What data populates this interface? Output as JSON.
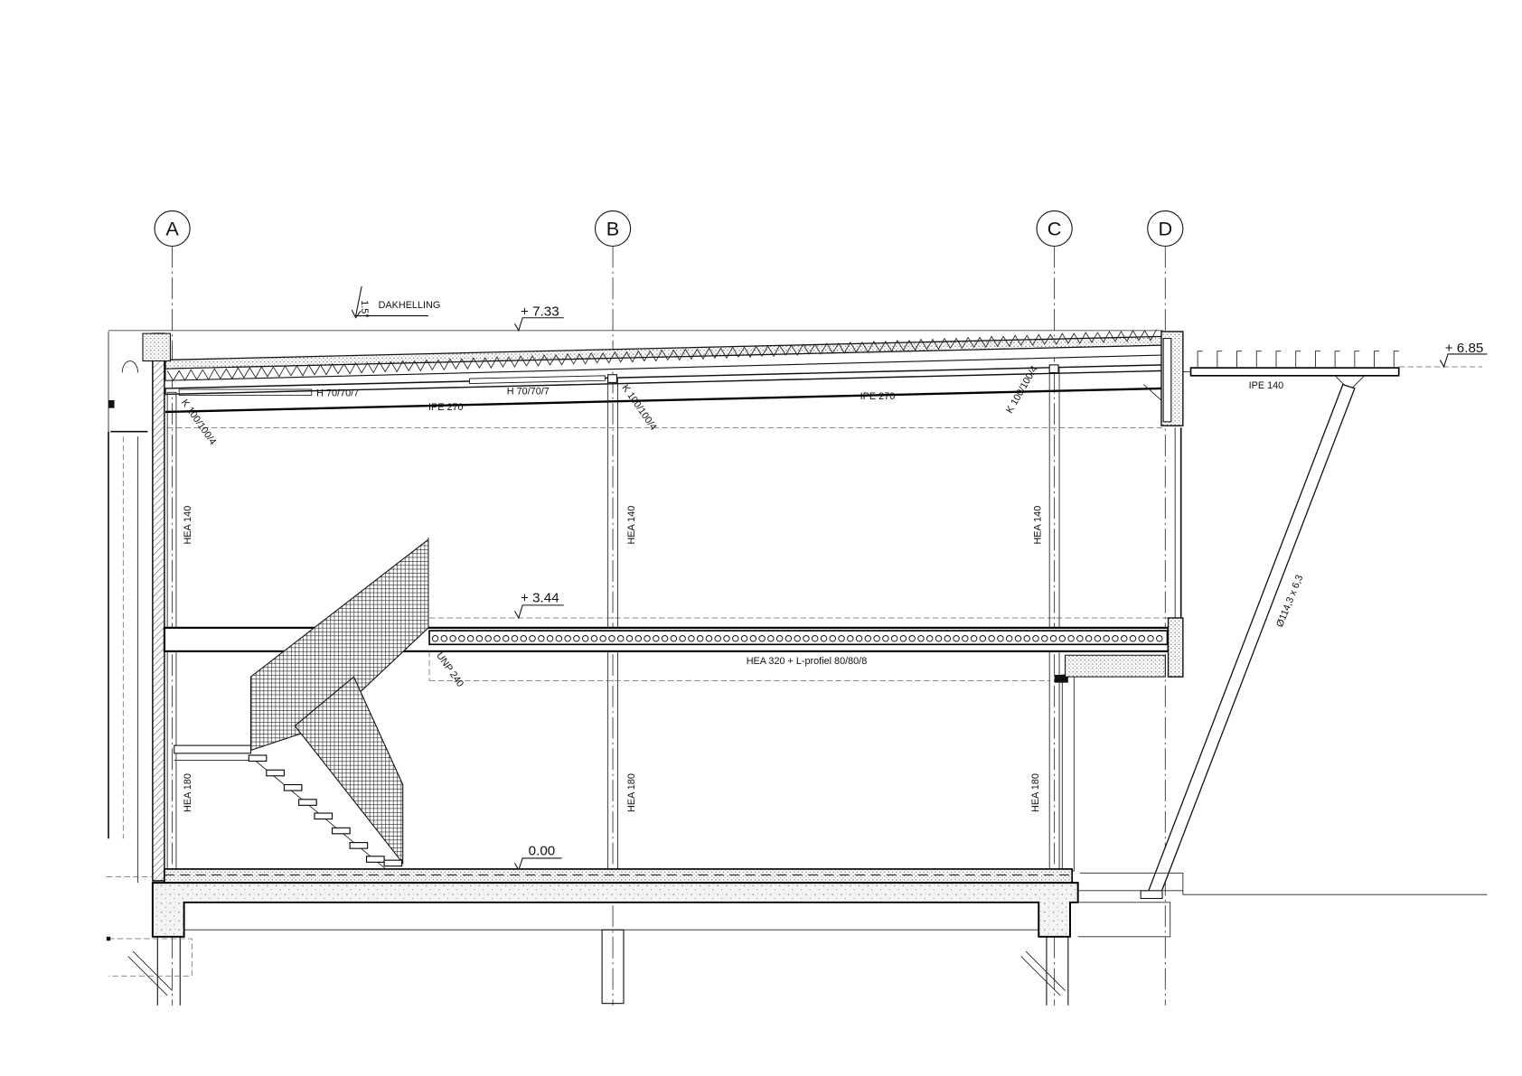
{
  "axes": [
    "A",
    "B",
    "C",
    "D"
  ],
  "levels": {
    "roof": "+ 7.33",
    "canopy": "+ 6.85",
    "first_floor": "+ 3.44",
    "ground": "0.00"
  },
  "roof_slope": {
    "angle": "1.5°",
    "label": "DAKHELLING"
  },
  "labels": {
    "h_left": "H 70/70/7",
    "h_mid": "H 70/70/7",
    "ipe_left": "IPE 270",
    "ipe_right": "IPE 270",
    "k_a": "K 100/100/4",
    "k_b": "K 100/100/4",
    "k_c": "K 100/100/4",
    "ipe_canopy": "IPE 140",
    "hea140_a": "HEA 140",
    "hea140_b": "HEA 140",
    "hea140_c": "HEA 140",
    "hea180_a": "HEA 180",
    "hea180_b": "HEA 180",
    "hea180_c": "HEA 180",
    "unp": "UNP 240",
    "floor_beam": "HEA 320 + L-profiel 80/80/8",
    "strut": "Ø114,3 x 6,3"
  }
}
